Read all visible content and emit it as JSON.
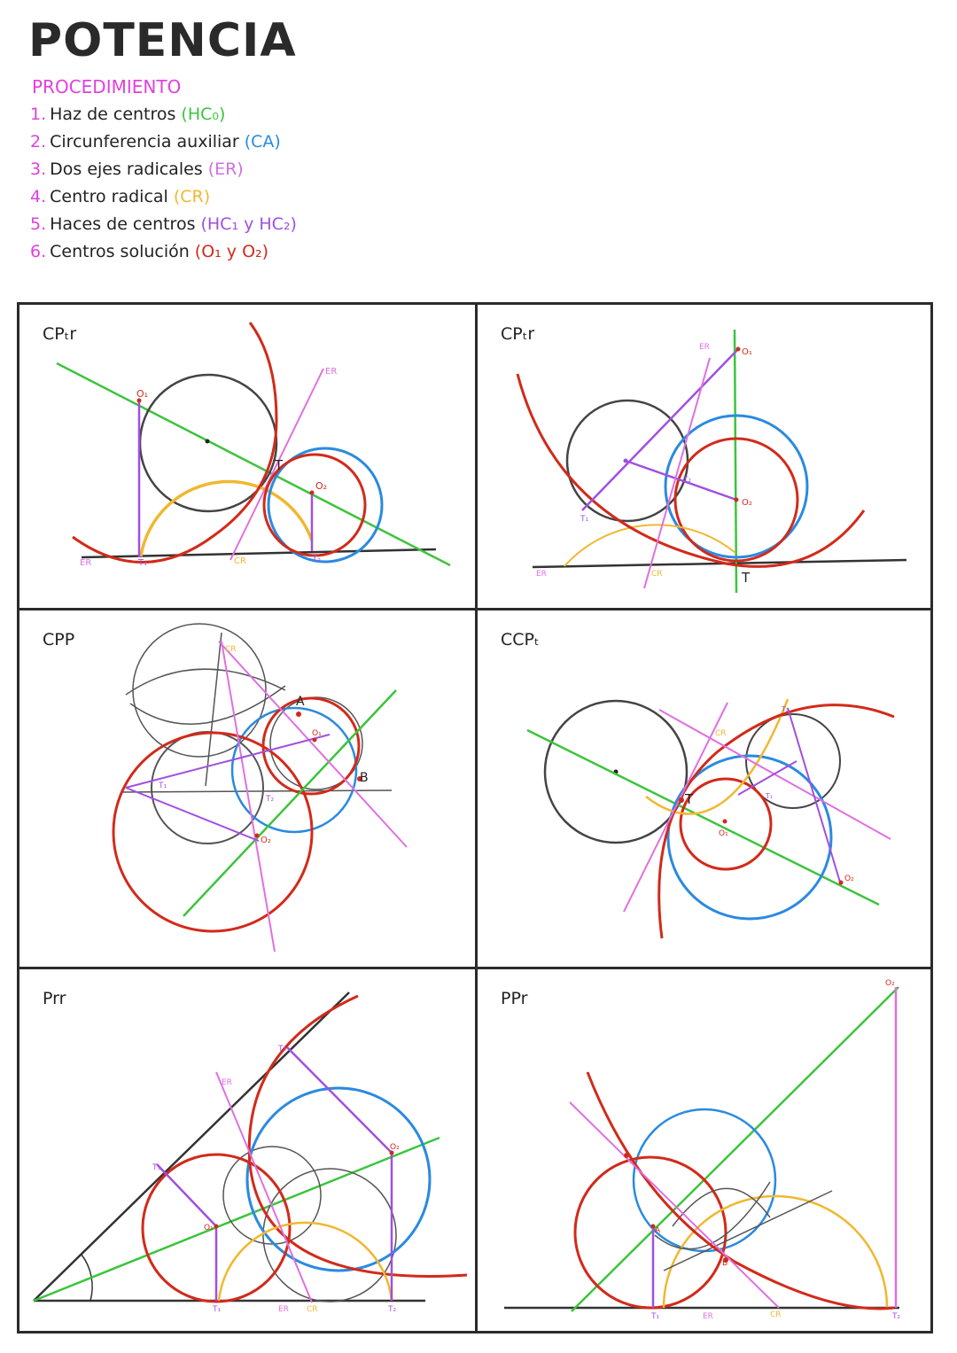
{
  "title": "POTENCIA",
  "procedure": {
    "heading": "PROCEDIMIENTO",
    "steps": [
      {
        "num": "1.",
        "text": "Haz de centros",
        "tag": "(HC₀)",
        "color": "#3cc43c"
      },
      {
        "num": "2.",
        "text": "Circunferencia auxiliar",
        "tag": "(CA)",
        "color": "#2a8ae0"
      },
      {
        "num": "3.",
        "text": "Dos ejes radicales",
        "tag": "(ER)",
        "color": "#d070e0"
      },
      {
        "num": "4.",
        "text": "Centro radical",
        "tag": "(CR)",
        "color": "#f0b830"
      },
      {
        "num": "5.",
        "text": "Haces de centros",
        "tag": "(HC₁ y HC₂)",
        "color": "#a050e0"
      },
      {
        "num": "6.",
        "text": "Centros solución",
        "tag": "(O₁ y O₂)",
        "color": "#d22a1a"
      }
    ],
    "num_color": "#e040e0"
  },
  "colors": {
    "green": "#3cc43c",
    "blue": "#2a8ae0",
    "pink": "#d070e0",
    "yellow": "#f0b830",
    "purple": "#a050e0",
    "red": "#d22a1a",
    "black": "#333333",
    "gray": "#555555"
  },
  "panels": {
    "p1": {
      "label": "CPₜr",
      "er": "ER",
      "cr": "CR",
      "t": "T",
      "o1": "O₁",
      "o2": "O₂",
      "t1": "T₁",
      "t2": "T₂"
    },
    "p2": {
      "label": "CPₜr",
      "er": "ER",
      "cr": "CR",
      "t": "T",
      "o1": "O₁",
      "o2": "O₂",
      "t1": "T₁",
      "t2": "T₂"
    },
    "p3": {
      "label": "CPP",
      "cr": "CR",
      "a": "A",
      "b": "B",
      "o1": "O₁",
      "o2": "O₂",
      "t1": "T₁",
      "t2": "T₂"
    },
    "p4": {
      "label": "CCPₜ",
      "cr": "CR",
      "t": "T",
      "o1": "O₁",
      "o2": "O₂",
      "t1": "T₁",
      "t2": "T₂"
    },
    "p5": {
      "label": "Prr",
      "er": "ER",
      "cr": "CR",
      "o1": "O₁",
      "o2": "O₂",
      "t1": "T₁",
      "t2": "T₂",
      "t3": "T₃",
      "t4": "T₄"
    },
    "p6": {
      "label": "PPr",
      "er": "ER",
      "cr": "CR",
      "o1": "O₁",
      "o2": "O₂",
      "t1": "T₁",
      "t2": "T₂",
      "a": "A",
      "b": "B"
    }
  }
}
